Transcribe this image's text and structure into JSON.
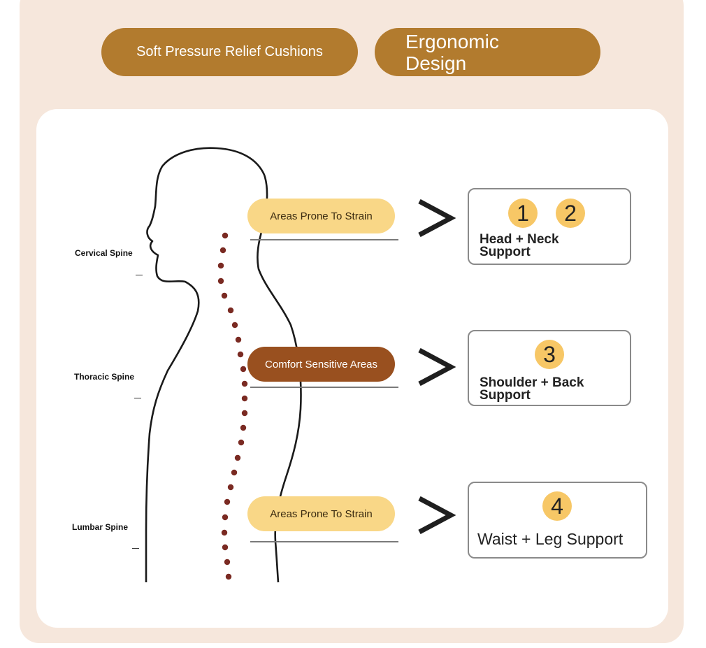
{
  "header": {
    "pill_left": "Soft Pressure Relief Cushions",
    "pill_right": "Ergonomic Design"
  },
  "spine_labels": [
    "Cervical Spine",
    "Thoracic Spine",
    "Lumbar Spine"
  ],
  "tags": [
    "Areas Prone To Strain",
    "Comfort Sensitive Areas",
    "Areas Prone To Strain"
  ],
  "boxes": [
    {
      "numbers": [
        "1",
        "2"
      ],
      "text": "Head + Neck Support"
    },
    {
      "numbers": [
        "3"
      ],
      "text": "Shoulder + Back Support"
    },
    {
      "numbers": [
        "4"
      ],
      "text": "Waist + Leg Support"
    }
  ],
  "colors": {
    "background": "#f6e7dc",
    "pill": "#b27b2e",
    "tag_light": "#f9d787",
    "tag_dark": "#99501f",
    "number_circle": "#f7c766",
    "spine_dots": "#7a2a22"
  }
}
